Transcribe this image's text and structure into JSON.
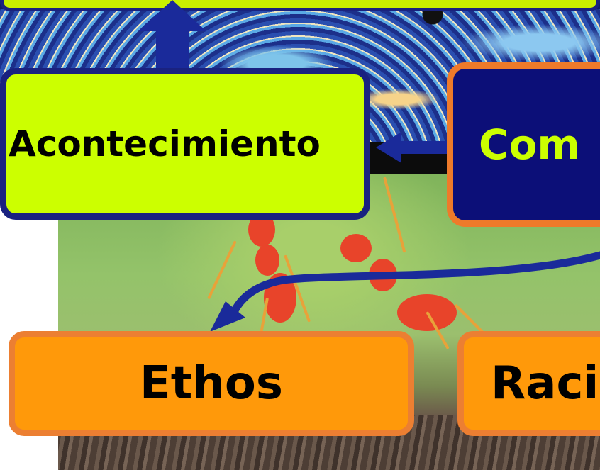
{
  "boxes": {
    "top": "",
    "acontecimiento": "Acontecimiento",
    "com": "Com",
    "ethos": "Ethos",
    "raci": "Raci"
  },
  "colors": {
    "lime_fill": "#ccff00",
    "navy": "#1a2280",
    "dark_navy_fill": "#0c0f78",
    "orange_fill": "#ff990a",
    "orange_border": "#ec7f32",
    "arrow": "#1a2a9a"
  },
  "arrows": [
    {
      "from": "acontecimiento",
      "to": "top",
      "direction": "up"
    },
    {
      "from": "com",
      "to": "acontecimiento",
      "direction": "left"
    },
    {
      "from": "com",
      "to": "ethos",
      "direction": "curved-down-left"
    }
  ]
}
